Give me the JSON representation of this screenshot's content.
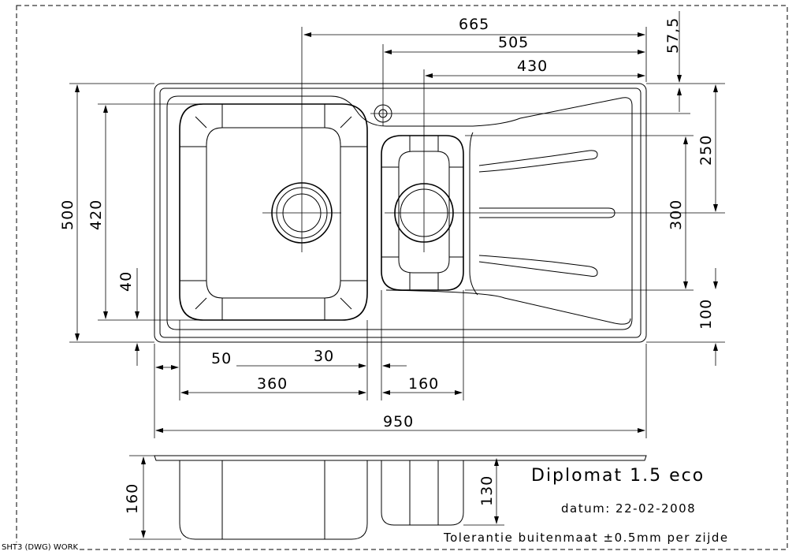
{
  "dimensions": {
    "d665": "665",
    "d505": "505",
    "d430": "430",
    "d57_5": "57,5",
    "d250": "250",
    "d300": "300",
    "d100": "100",
    "d500": "500",
    "d420": "420",
    "d40": "40",
    "d50": "50",
    "d30": "30",
    "d360": "360",
    "d160_width": "160",
    "d950": "950",
    "d160_depth": "160",
    "d130": "130"
  },
  "title_block": {
    "title": "Diplomat 1.5 eco",
    "date_label": "datum: 22-02-2008",
    "tolerance": "Tolerantie buitenmaat ±0.5mm per zijde"
  },
  "status_bar": {
    "label": "SHT3 (DWG) WORK"
  }
}
